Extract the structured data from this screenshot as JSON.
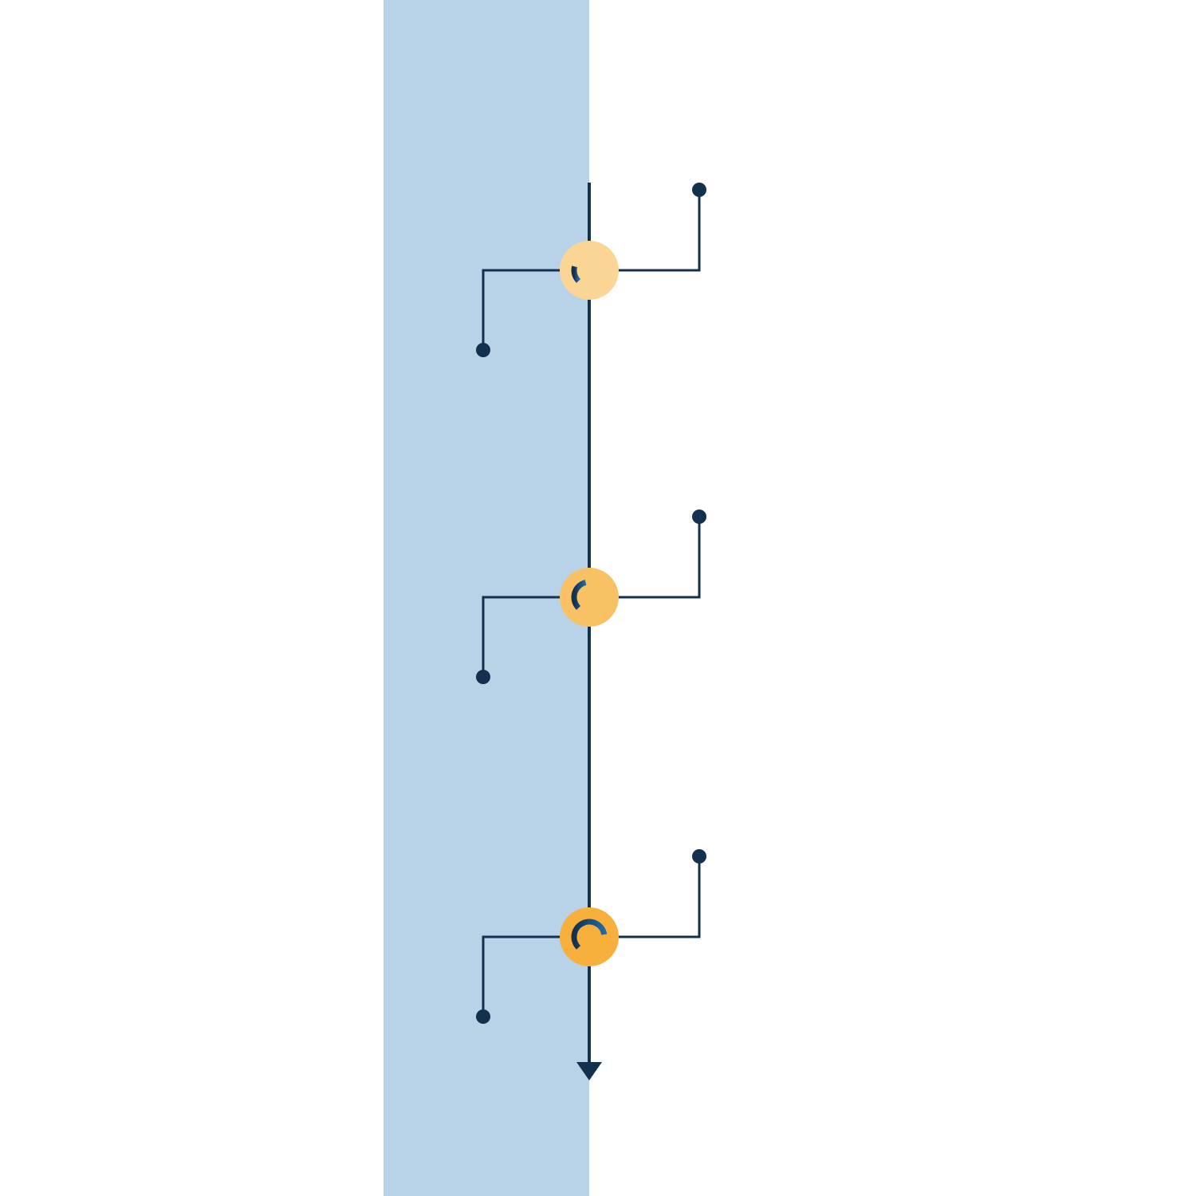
{
  "colors": {
    "band": "#b8d2e8",
    "line": "#14304f",
    "arc_end": "#1f6aa5",
    "background": "#ffffff"
  },
  "milestones": [
    {
      "name": "milestone-1",
      "progress": 0.22,
      "fill": "#fad593"
    },
    {
      "name": "milestone-2",
      "progress": 0.45,
      "fill": "#f8c264"
    },
    {
      "name": "milestone-3",
      "progress": 0.8,
      "fill": "#f6b03b"
    }
  ]
}
